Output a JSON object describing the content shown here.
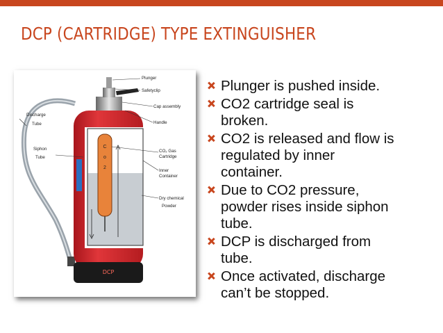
{
  "slide": {
    "title": "DCP (CARTRIDGE) TYPE EXTINGUISHER",
    "accent_color": "#c8461e"
  },
  "diagram": {
    "labels": {
      "plunger": "Plunger",
      "safety_clip": "Safetyclip",
      "cap_assembly": "Cap assembly",
      "handle": "Handle",
      "co2_gas": "CO₂ Gas",
      "cartridge": "Cartridge",
      "inner": "Inner",
      "container": "Container",
      "dry_chemical": "Dry chemical",
      "powder": "Powder",
      "discharge": "Discharge",
      "tube": "Tube",
      "siphon": "Siphon",
      "siphon_tube": "Tube",
      "cart_c": "C",
      "cart_o": "o",
      "cart_2": "2"
    },
    "body_color": "#d8262b",
    "cartridge_color": "#e8833a"
  },
  "bullets": [
    {
      "lines": [
        "Plunger is pushed inside."
      ]
    },
    {
      "lines": [
        "CO2 cartridge seal is",
        "broken."
      ]
    },
    {
      "lines": [
        "CO2 is released and flow is",
        "regulated by inner",
        "container."
      ]
    },
    {
      "lines": [
        "Due to CO2 pressure,",
        "powder rises inside siphon",
        "tube."
      ]
    },
    {
      "lines": [
        "DCP is discharged from",
        "tube."
      ]
    },
    {
      "lines": [
        "Once activated, discharge",
        "can’t be stopped."
      ]
    }
  ]
}
